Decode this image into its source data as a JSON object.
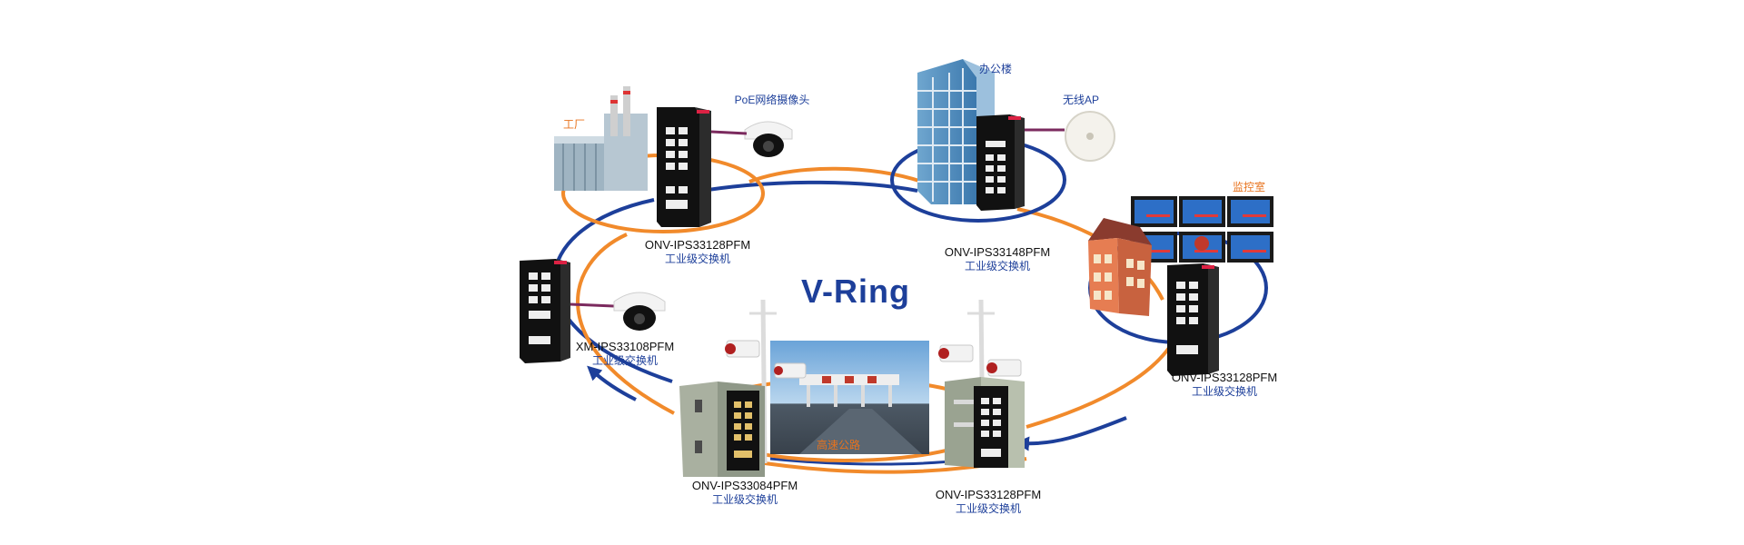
{
  "title": "V-Ring",
  "colors": {
    "ring_blue": "#1d3f9a",
    "ring_orange": "#f18a2b",
    "switch_body": "#1c1c1c",
    "label_blue": "#1d3f9a",
    "label_orange": "#e8731d"
  },
  "sites": {
    "factory": "工厂",
    "camera_top": "PoE网络摄像头",
    "office": "办公楼",
    "wifi_ap": "无线AP",
    "monitor_room": "监控室",
    "highway": "高速公路"
  },
  "switches": [
    {
      "model": "ONV-IPS33128PFM",
      "desc": "工业级交换机"
    },
    {
      "model": "ONV-IPS33148PFM",
      "desc": "工业级交换机"
    },
    {
      "model": "ONV-IPS33128PFM",
      "desc": "工业级交换机"
    },
    {
      "model": "XM-IPS33108PFM",
      "desc": "工业级交换机"
    },
    {
      "model": "ONV-IPS33084PFM",
      "desc": "工业级交换机"
    },
    {
      "model": "ONV-IPS33128PFM",
      "desc": "工业级交换机"
    }
  ],
  "icons": [
    "factory-icon",
    "dome-camera-icon",
    "office-building-icon",
    "wireless-ap-icon",
    "monitor-wall-icon",
    "house-icon",
    "highway-toll-icon",
    "street-camera-icon",
    "cabinet-icon",
    "switch-icon"
  ]
}
